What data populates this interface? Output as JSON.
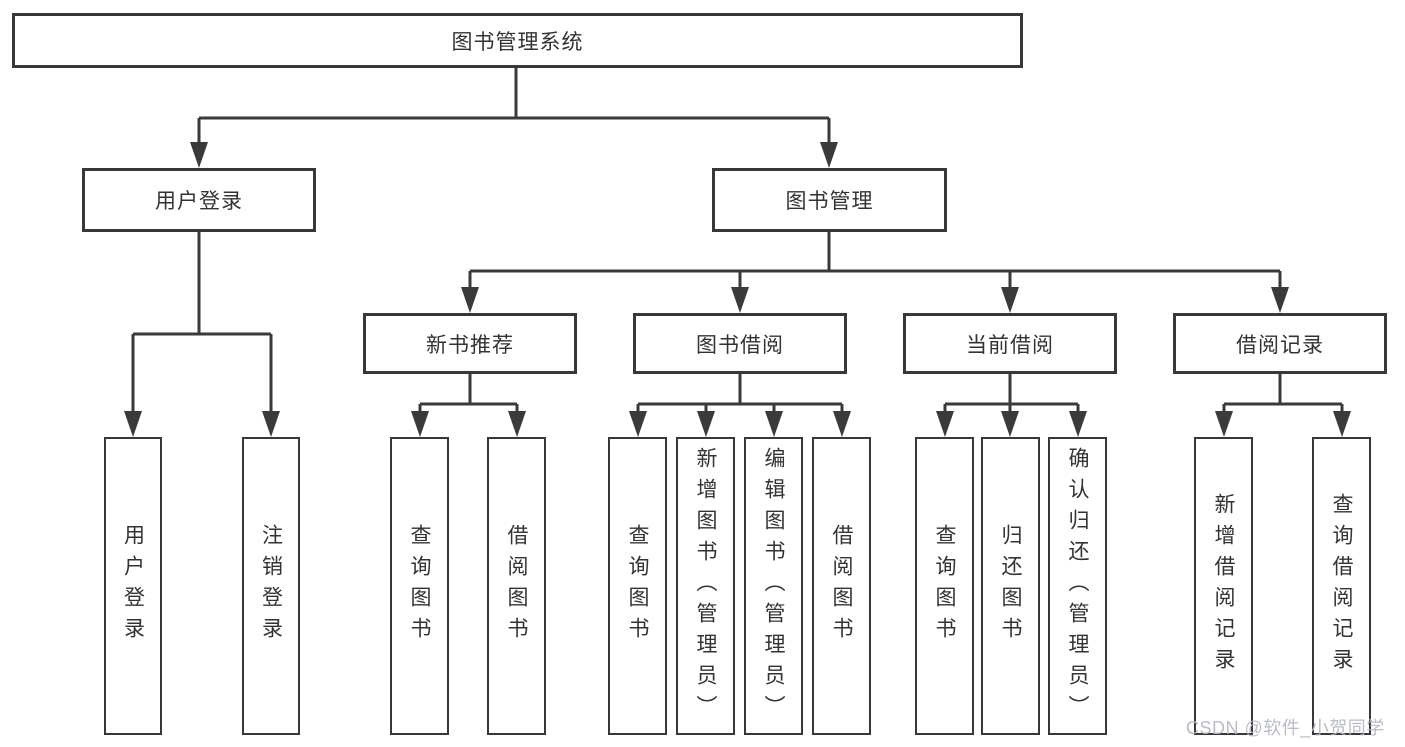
{
  "nodes": {
    "root": {
      "label": "图书管理系统"
    },
    "level2": [
      {
        "label": "用户登录"
      },
      {
        "label": "图书管理"
      }
    ],
    "level3": [
      {
        "label": "新书推荐"
      },
      {
        "label": "图书借阅"
      },
      {
        "label": "当前借阅"
      },
      {
        "label": "借阅记录"
      }
    ],
    "leaves": {
      "user_login": [
        {
          "label": "用户登录"
        },
        {
          "label": "注销登录"
        }
      ],
      "new_book_recommend": [
        {
          "label": "查询图书"
        },
        {
          "label": "借阅图书"
        }
      ],
      "book_borrowing": [
        {
          "label": "查询图书"
        },
        {
          "label": "新增图书（管理员）"
        },
        {
          "label": "编辑图书（管理员）"
        },
        {
          "label": "借阅图书"
        }
      ],
      "current_borrowing": [
        {
          "label": "查询图书"
        },
        {
          "label": "归还图书"
        },
        {
          "label": "确认归还（管理员）"
        }
      ],
      "borrowing_records": [
        {
          "label": "新增借阅记录"
        },
        {
          "label": "查询借阅记录"
        }
      ]
    }
  },
  "watermark": {
    "text": "CSDN @软件_小贺同学"
  },
  "colors": {
    "line": "#3a3a3a",
    "text": "#333333",
    "background": "#ffffff",
    "watermark": "#b4b7bf"
  }
}
